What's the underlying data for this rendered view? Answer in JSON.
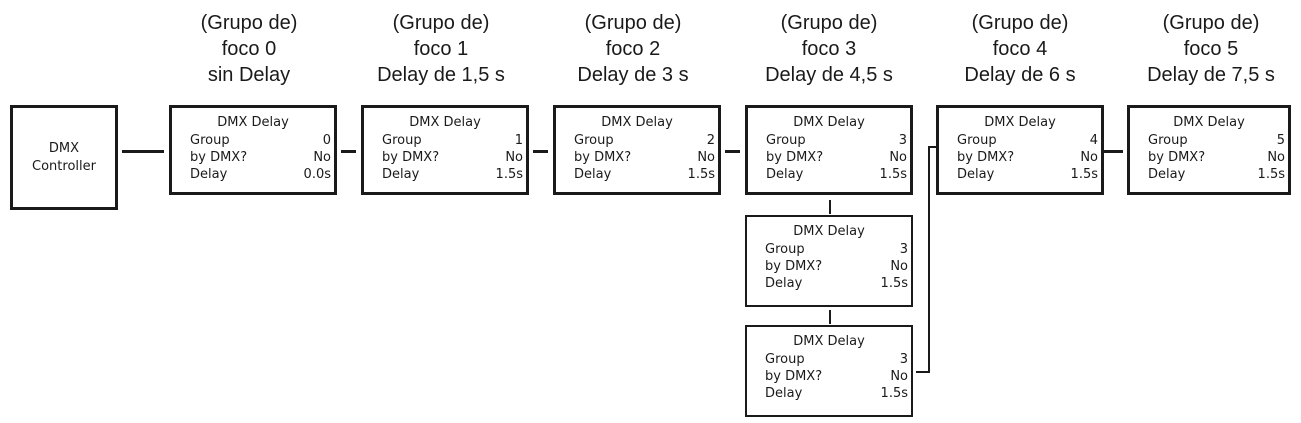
{
  "controller": {
    "line1": "DMX",
    "line2": "Controller"
  },
  "groups": [
    {
      "h1": "(Grupo de)",
      "h2": "foco 0",
      "h3": "sin Delay"
    },
    {
      "h1": "(Grupo de)",
      "h2": "foco 1",
      "h3": "Delay de 1,5 s"
    },
    {
      "h1": "(Grupo de)",
      "h2": "foco 2",
      "h3": "Delay de 3 s"
    },
    {
      "h1": "(Grupo de)",
      "h2": "foco 3",
      "h3": "Delay de 4,5 s"
    },
    {
      "h1": "(Grupo de)",
      "h2": "foco 4",
      "h3": "Delay de 6 s"
    },
    {
      "h1": "(Grupo de)",
      "h2": "foco 5",
      "h3": "Delay de 7,5 s"
    }
  ],
  "units": [
    {
      "title": "DMX Delay",
      "group_label": "Group",
      "group_value": "0",
      "dmx_label": "by DMX?",
      "dmx_value": "No",
      "delay_label": "Delay",
      "delay_value": "0.0s"
    },
    {
      "title": "DMX Delay",
      "group_label": "Group",
      "group_value": "1",
      "dmx_label": "by DMX?",
      "dmx_value": "No",
      "delay_label": "Delay",
      "delay_value": "1.5s"
    },
    {
      "title": "DMX Delay",
      "group_label": "Group",
      "group_value": "2",
      "dmx_label": "by DMX?",
      "dmx_value": "No",
      "delay_label": "Delay",
      "delay_value": "1.5s"
    },
    {
      "title": "DMX Delay",
      "group_label": "Group",
      "group_value": "3",
      "dmx_label": "by DMX?",
      "dmx_value": "No",
      "delay_label": "Delay",
      "delay_value": "1.5s"
    },
    {
      "title": "DMX Delay",
      "group_label": "Group",
      "group_value": "4",
      "dmx_label": "by DMX?",
      "dmx_value": "No",
      "delay_label": "Delay",
      "delay_value": "1.5s"
    },
    {
      "title": "DMX Delay",
      "group_label": "Group",
      "group_value": "5",
      "dmx_label": "by DMX?",
      "dmx_value": "No",
      "delay_label": "Delay",
      "delay_value": "1.5s"
    },
    {
      "title": "DMX Delay",
      "group_label": "Group",
      "group_value": "3",
      "dmx_label": "by DMX?",
      "dmx_value": "No",
      "delay_label": "Delay",
      "delay_value": "1.5s"
    },
    {
      "title": "DMX Delay",
      "group_label": "Group",
      "group_value": "3",
      "dmx_label": "by DMX?",
      "dmx_value": "No",
      "delay_label": "Delay",
      "delay_value": "1.5s"
    }
  ]
}
